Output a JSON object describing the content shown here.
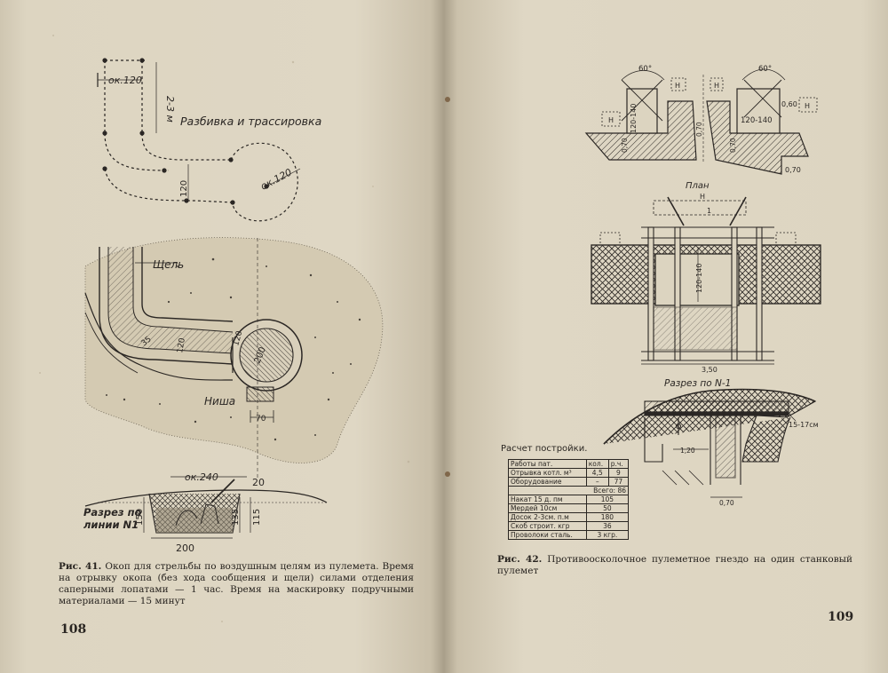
{
  "left": {
    "page_number": "108",
    "fig1": {
      "dim_top": "ок.120",
      "dim_side": "2-3 м",
      "title": "Разбивка и трассировка",
      "dim_mid": "120",
      "dim_round": "ок.120"
    },
    "fig2": {
      "label_slot": "Щель",
      "label_niche": "Ниша",
      "dim_35": "35",
      "dim_120a": "120",
      "dim_120b": "120",
      "dim_200": "200",
      "dim_70": "70"
    },
    "fig3": {
      "dim_240": "ок.240",
      "dim_20": "20",
      "label_section": "Разрез по линии N1",
      "dim_150": "150",
      "dim_135": "135",
      "dim_115": "115",
      "dim_200": "200"
    },
    "caption_lead": "Рис. 41.",
    "caption_text": "Окоп для стрельбы по воздушным целям из пулемета. Время на отрывку окопа (без хода сообщения и щели) силами отделения саперными лопатами — 1 час. Время на маскировку подручными материалами — 15 минут"
  },
  "right": {
    "page_number": "109",
    "top_fig": {
      "angle_left": "60°",
      "angle_right": "60°",
      "dim_left": "120-140",
      "dim_right": "120-140",
      "dim_070_left": "0,70",
      "dim_070_mid": "0,70",
      "dim_070_right": "0,70",
      "dim_060": "0,60",
      "dim_070_bottom": "0,70",
      "h": "Н"
    },
    "plan": {
      "title": "План",
      "h_top": "Н",
      "dim_vertical": "120-140",
      "dim_bottom": "3,50",
      "mark_1": "1"
    },
    "section": {
      "title": "Разрез по N-1",
      "dim_thickness": "15-17см",
      "dim_120": "1,20",
      "dim_070": "0,70"
    },
    "calc": {
      "title": "Расчет постройки.",
      "head": [
        "Работы пат.",
        "кол.",
        "р.ч."
      ],
      "rows": [
        [
          "Отрывка котл. м³",
          "4,5",
          "9"
        ],
        [
          "Оборудование",
          "–",
          "77"
        ]
      ],
      "total": "Всего: 86",
      "materials": [
        [
          "Накат 15 д. пм",
          "105"
        ],
        [
          "Мердей 10см",
          "50"
        ],
        [
          "Досок 2-3см. п.м",
          "180"
        ],
        [
          "Скоб строит. кгр",
          "36"
        ],
        [
          "Проволоки сталь.",
          "3 кгр."
        ]
      ]
    },
    "caption_lead": "Рис. 42.",
    "caption_text": "Противоосколочное пулеметное гнездо на один станковый пулемет"
  }
}
